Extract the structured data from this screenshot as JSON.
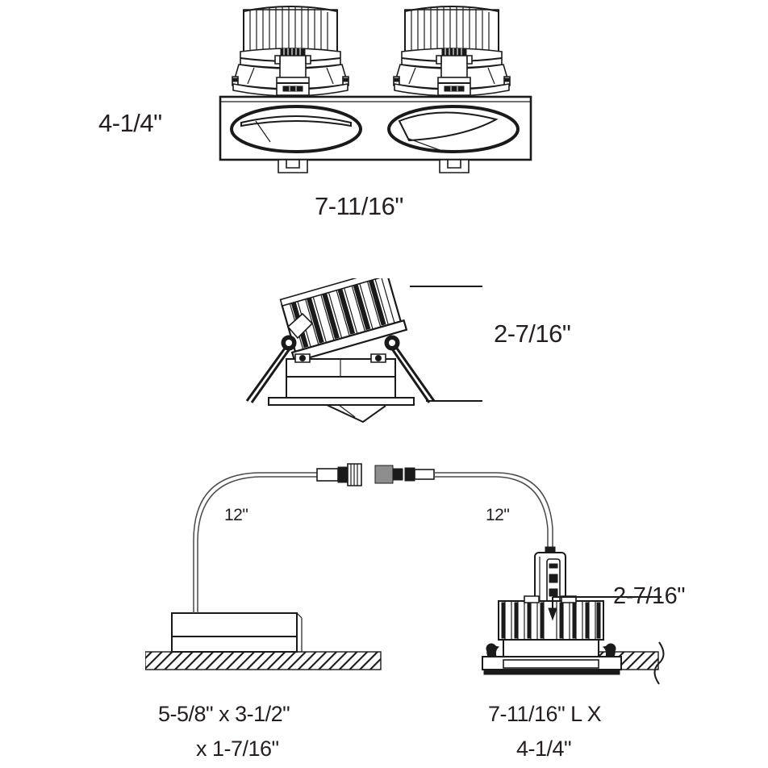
{
  "document": {
    "type": "dimensional-specification-drawing",
    "subject": "Two-head adjustable gimbal recessed LED downlight",
    "units": "inches",
    "line_color": "#1a1a1a",
    "background_color": "#ffffff"
  },
  "views": {
    "top": {
      "name": "two-head-front-view",
      "description": "Front elevation of dual-head square recessed fixture with two round adjustable apertures",
      "dimensions": {
        "height_label": "4-1/4\"",
        "width_label": "7-11/16\""
      }
    },
    "middle": {
      "name": "single-head-side-view",
      "description": "Side elevation of single tilted gimbal head with torsion spring clips",
      "dimensions": {
        "height_label": "2-7/16\""
      }
    },
    "bottom": {
      "name": "installation-section-view",
      "description": "Ceiling section showing junction box, quick connectors, inline driver and installed downlight",
      "dimensions": {
        "junction_box_lead_label": "12\"",
        "fixture_lead_label": "12\"",
        "fixture_height_label": "2-7/16\""
      },
      "captions": {
        "junction_box_line1": "5-5/8\" x 3-1/2\"",
        "junction_box_line2": "x 1-7/16\"",
        "fixture_line1": "7-11/16\" L X",
        "fixture_line2": "4-1/4\""
      }
    }
  },
  "labels": {
    "top_height": "4-1/4\"",
    "top_width": "7-11/16\"",
    "middle_height": "2-7/16\"",
    "lead_left": "12\"",
    "lead_right": "12\"",
    "bottom_fixture_height": "2-7/16\"",
    "box_caption_1": "5-5/8\" x 3-1/2\"",
    "box_caption_2": "x 1-7/16\"",
    "fixture_caption_1": "7-11/16\" L X",
    "fixture_caption_2": "4-1/4\""
  }
}
